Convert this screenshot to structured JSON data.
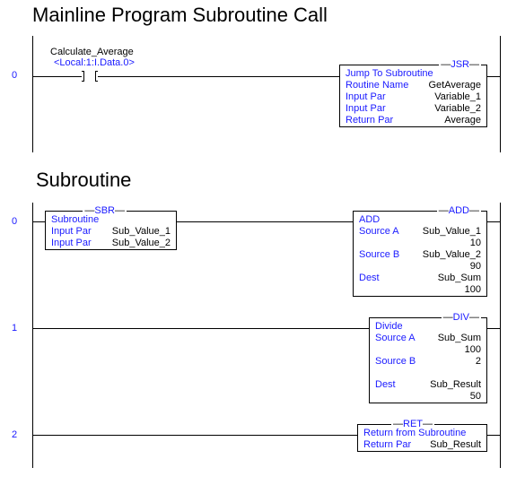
{
  "mainline": {
    "title": "Mainline Program Subroutine Call",
    "rung_number": "0",
    "contact": {
      "tag": "Calculate_Average",
      "address": "<Local:1:I.Data.0>"
    },
    "jsr": {
      "name": "JSR",
      "desc": "Jump To Subroutine",
      "rows": [
        {
          "label": "Routine Name",
          "value": "GetAverage"
        },
        {
          "label": "Input Par",
          "value": "Variable_1"
        },
        {
          "label": "Input Par",
          "value": "Variable_2"
        },
        {
          "label": "Return Par",
          "value": "Average"
        }
      ]
    }
  },
  "subroutine": {
    "title": "Subroutine",
    "rung_numbers": [
      "0",
      "1",
      "2"
    ],
    "sbr": {
      "name": "SBR",
      "desc": "Subroutine",
      "rows": [
        {
          "label": "Input Par",
          "value": "Sub_Value_1"
        },
        {
          "label": "Input Par",
          "value": "Sub_Value_2"
        }
      ]
    },
    "add": {
      "name": "ADD",
      "desc": "ADD",
      "src_a_label": "Source A",
      "src_a_tag": "Sub_Value_1",
      "src_a_val": "10",
      "src_b_label": "Source B",
      "src_b_tag": "Sub_Value_2",
      "src_b_val": "90",
      "dest_label": "Dest",
      "dest_tag": "Sub_Sum",
      "dest_val": "100"
    },
    "div": {
      "name": "DIV",
      "desc": "Divide",
      "src_a_label": "Source A",
      "src_a_tag": "Sub_Sum",
      "src_a_val": "100",
      "src_b_label": "Source B",
      "src_b_val": "2",
      "dest_label": "Dest",
      "dest_tag": "Sub_Result",
      "dest_val": "50"
    },
    "ret": {
      "name": "RET",
      "desc": "Return from Subroutine",
      "rows": [
        {
          "label": "Return Par",
          "value": "Sub_Result"
        }
      ]
    }
  }
}
